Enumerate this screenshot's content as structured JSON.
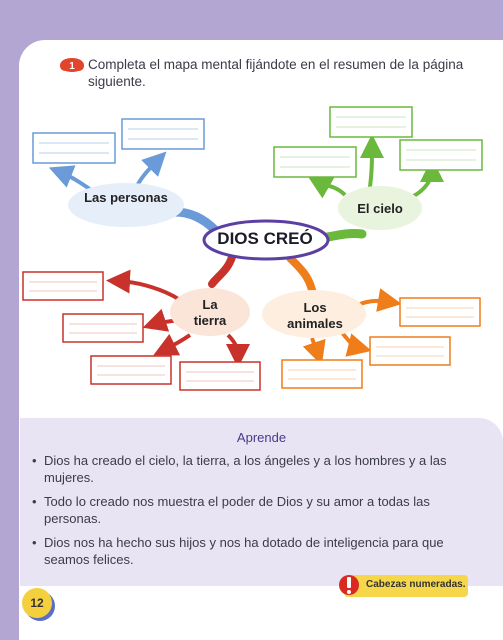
{
  "instruction": {
    "number": "1",
    "text": "Completa el mapa mental fijándote en el resumen de la página siguiente."
  },
  "mind_map": {
    "center": "DIOS CREÓ",
    "branches": [
      {
        "label": "Las personas",
        "color": "#6a9bd8"
      },
      {
        "label": "El cielo",
        "color": "#6ab83c"
      },
      {
        "label": "La tierra",
        "color": "#c8322a"
      },
      {
        "label": "Los animales",
        "color": "#ef7d1a"
      }
    ]
  },
  "aprende": {
    "title": "Aprende",
    "bullets": [
      "Dios ha creado el cielo, la tierra, a los ángeles y a los hombres y a las mujeres.",
      "Todo lo creado nos muestra el poder de Dios y su amor a todas las personas.",
      "Dios nos ha hecho sus hijos y nos ha dotado de inteligencia para que seamos felices."
    ]
  },
  "footer": {
    "page_number": "12",
    "badge_label": "Cabezas numeradas."
  }
}
